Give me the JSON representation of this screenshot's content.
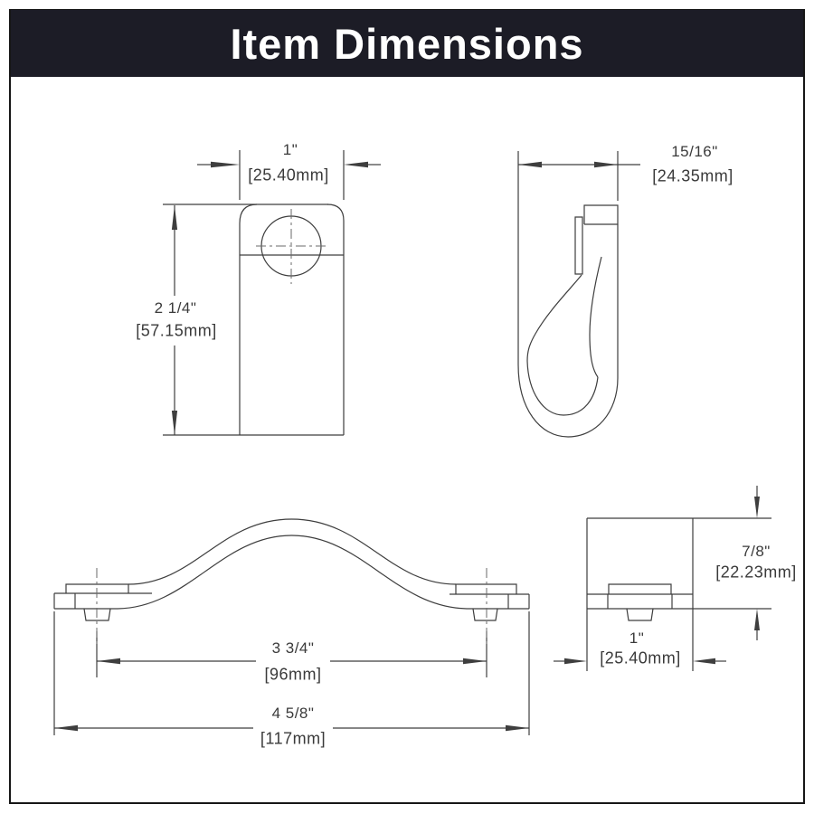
{
  "header": {
    "title": "Item Dimensions"
  },
  "views": {
    "front": {
      "width_in": "1\"",
      "width_mm": "[25.40mm]",
      "height_in": "2 1/4\"",
      "height_mm": "[57.15mm]"
    },
    "loop": {
      "depth_in": "15/16\"",
      "depth_mm": "[24.35mm]"
    },
    "side": {
      "centers_in": "3 3/4\"",
      "centers_mm": "[96mm]",
      "overall_in": "4 5/8\"",
      "overall_mm": "[117mm]"
    },
    "end": {
      "height_in": "7/8\"",
      "height_mm": "[22.23mm]",
      "width_in": "1\"",
      "width_mm": "[25.40mm]"
    }
  },
  "colors": {
    "header_bg": "#1c1c26",
    "line": "#3e3e3e",
    "centerline": "#6a6a6a"
  }
}
